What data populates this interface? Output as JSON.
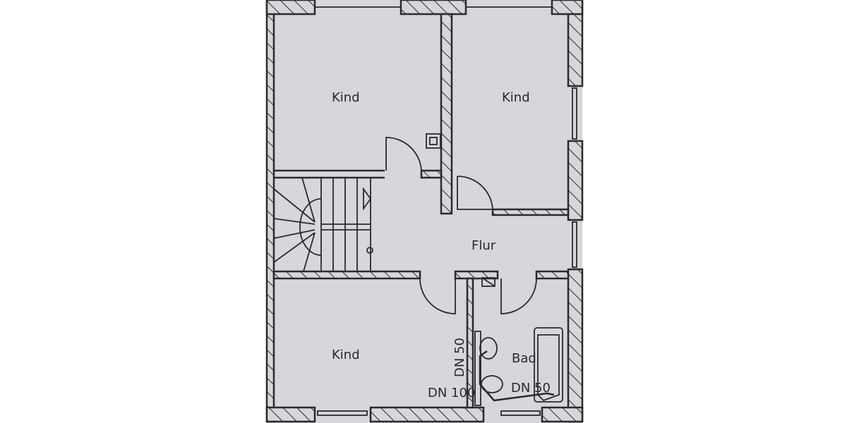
{
  "rooms": {
    "kind_top_left": "Kind",
    "kind_top_right": "Kind",
    "flur": "Flur",
    "kind_bottom": "Kind",
    "bad": "Bad"
  },
  "pipe_labels": {
    "dn50_vertical": "DN 50",
    "dn100": "DN 100",
    "dn50_bath": "DN 50"
  },
  "colors": {
    "paper": "#d8d5db",
    "ink": "#2a2a2e"
  }
}
